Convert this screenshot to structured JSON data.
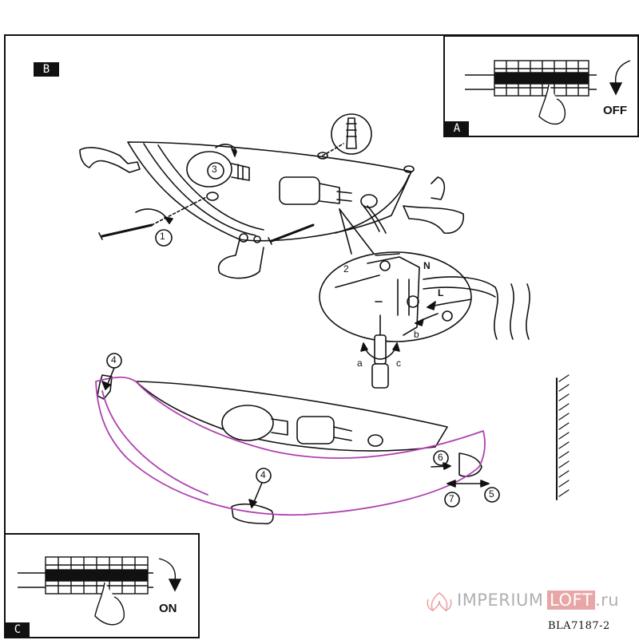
{
  "panels": {
    "a": {
      "tag": "A",
      "switch_label": "OFF"
    },
    "b": {
      "tag": "B"
    },
    "c": {
      "tag": "C",
      "switch_label": "ON"
    }
  },
  "steps": [
    "1",
    "2",
    "3",
    "4",
    "4",
    "5",
    "6",
    "7"
  ],
  "callouts": {
    "neutral": "N",
    "live": "L",
    "a": "a",
    "b": "b",
    "c": "c"
  },
  "watermark": {
    "text_1": "IMPERIUM",
    "text_2": "LOFT",
    "text_3": ".ru",
    "color_gray": "#b0b0b0",
    "color_pink": "#e8a6a6"
  },
  "model_code": "BLA7187-2",
  "colors": {
    "line": "#111111",
    "glass_outline": "#b040b0"
  }
}
